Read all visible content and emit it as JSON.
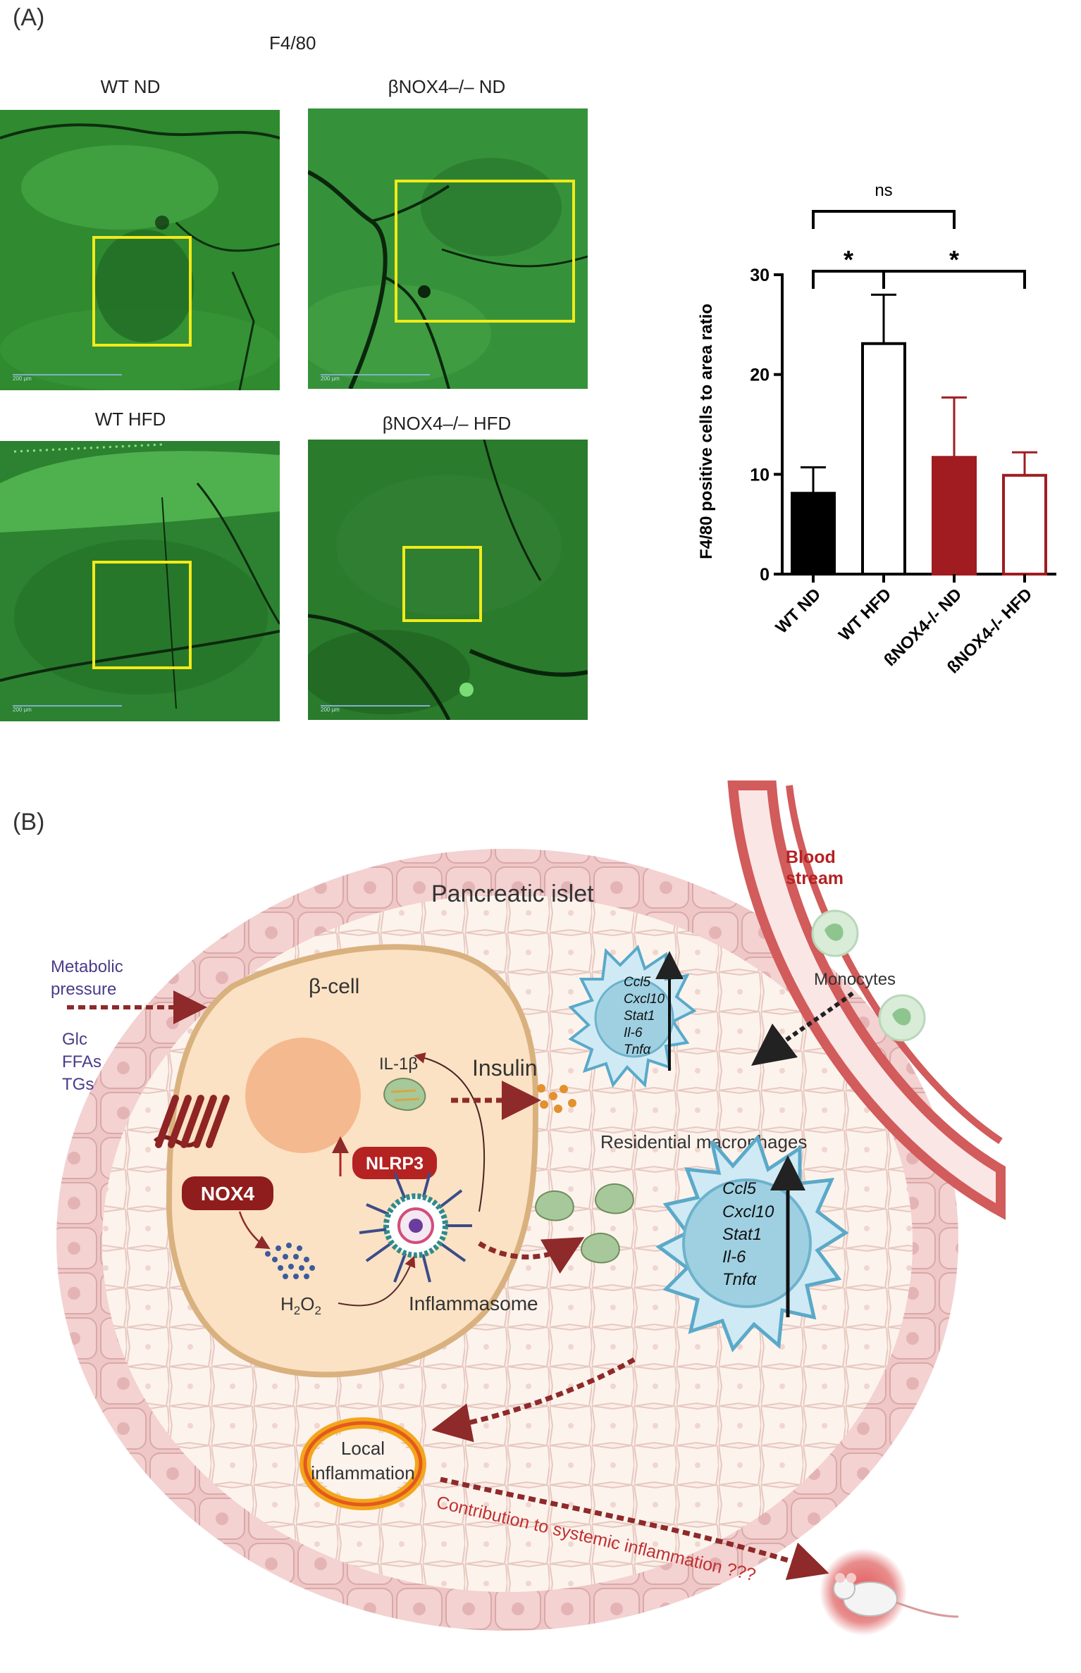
{
  "panel_a": {
    "label": "(A)",
    "stain": "F4/80",
    "images": [
      {
        "title": "WT ND",
        "scale": "200 µm"
      },
      {
        "title": "βNOX4–/– ND",
        "scale": "200 µm"
      },
      {
        "title": "WT HFD",
        "scale": "200 µm"
      },
      {
        "title": "βNOX4–/– HFD",
        "scale": "200 µm"
      }
    ]
  },
  "chart_data": {
    "type": "bar",
    "categories": [
      "WT ND",
      "WT HFD",
      "ßNOX4-/- ND",
      "ßNOX4-/- HFD"
    ],
    "values": [
      8.1,
      23.1,
      11.7,
      9.9
    ],
    "errors": [
      2.6,
      4.9,
      6.0,
      2.3
    ],
    "ylabel": "F4/80 positive cells to area ratio",
    "ylim": [
      0,
      30
    ],
    "yticks": [
      0,
      10,
      20,
      30
    ],
    "colors": {
      "bar1": "#000000",
      "bar2": "#ffffff",
      "bar3": "#a01c20",
      "bar4": "#ffffff",
      "edge_red": "#a01c20"
    },
    "significance": [
      {
        "label": "ns",
        "from": 0,
        "to": 2
      },
      {
        "label": "*",
        "from": 0,
        "to": 1
      },
      {
        "label": "*",
        "from": 1,
        "to": 3
      }
    ]
  },
  "panel_b": {
    "label": "(B)",
    "islet_title": "Pancreatic islet",
    "blood_stream": [
      "Blood",
      "stream"
    ],
    "monocytes": "Monocytes",
    "metabolic_pressure": [
      "Metabolic",
      "pressure"
    ],
    "nutrients": [
      "Glc",
      "FFAs",
      "TGs"
    ],
    "beta_cell": "β-cell",
    "il1b": "IL-1β",
    "insulin": "Insulin",
    "nox4": "NOX4",
    "nlrp3": "NLRP3",
    "h2o2": "H2O2",
    "inflammasome": "Inflammasome",
    "residential_macrophages": "Residential macrophages",
    "genes_small": [
      "Ccl5",
      "Cxcl10",
      "Stat1",
      "Il-6",
      "Tnfα"
    ],
    "genes_large": [
      "Ccl5",
      "Cxcl10",
      "Stat1",
      "Il-6",
      "Tnfα"
    ],
    "local_inflammation": [
      "Local",
      "inflammation"
    ],
    "systemic": "Contribution to systemic inflammation ???"
  }
}
